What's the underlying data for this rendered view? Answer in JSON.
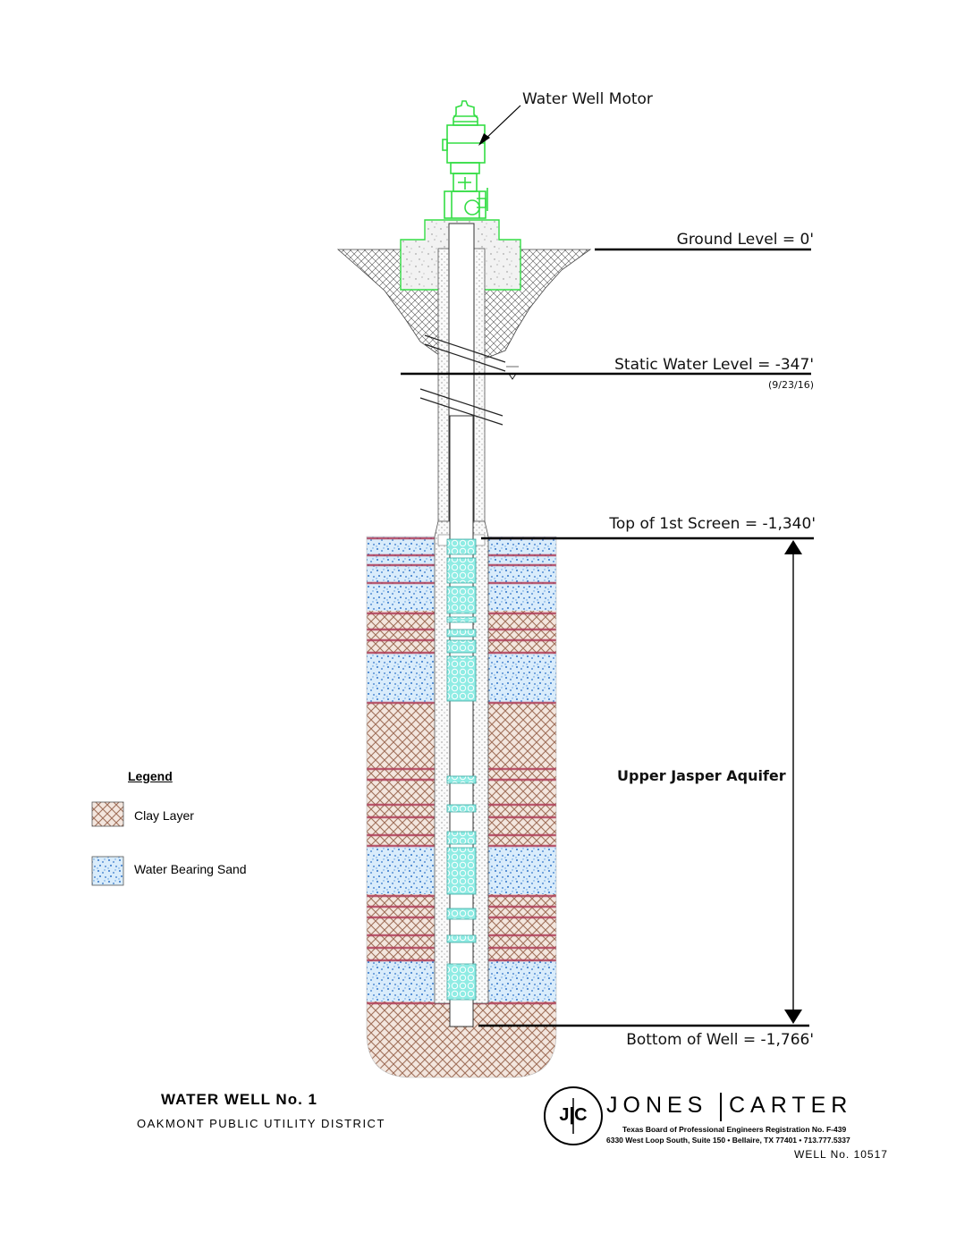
{
  "labels": {
    "motor": "Water Well Motor",
    "ground_level": "Ground Level = 0'",
    "static_water_level": "Static Water Level = -347'",
    "static_date": "(9/23/16)",
    "top_screen": "Top of 1st Screen = -1,340'",
    "aquifer": "Upper Jasper Aquifer",
    "bottom": "Bottom of Well = -1,766'"
  },
  "legend": {
    "title": "Legend",
    "items": [
      {
        "label": "Clay Layer",
        "pattern": "clay"
      },
      {
        "label": "Water Bearing Sand",
        "pattern": "sand"
      }
    ]
  },
  "title_block": {
    "title": "WATER WELL No. 1",
    "subtitle": "OAKMONT PUBLIC UTILITY DISTRICT",
    "logo_text": "J|C",
    "company_left": "JONES",
    "company_right": "CARTER",
    "registration": "Texas Board of Professional Engineers Registration No. F-439",
    "address": "6330 West Loop South, Suite 150 • Bellaire, TX 77401 • 713.777.5337",
    "well_number": "WELL No. 10517"
  },
  "colors": {
    "motor": "#33dd44",
    "screen": "#7fe8e0",
    "sand_dots": "#3a7fd0",
    "clay": "#a0705a",
    "clay_stripe": "#b0405a"
  }
}
